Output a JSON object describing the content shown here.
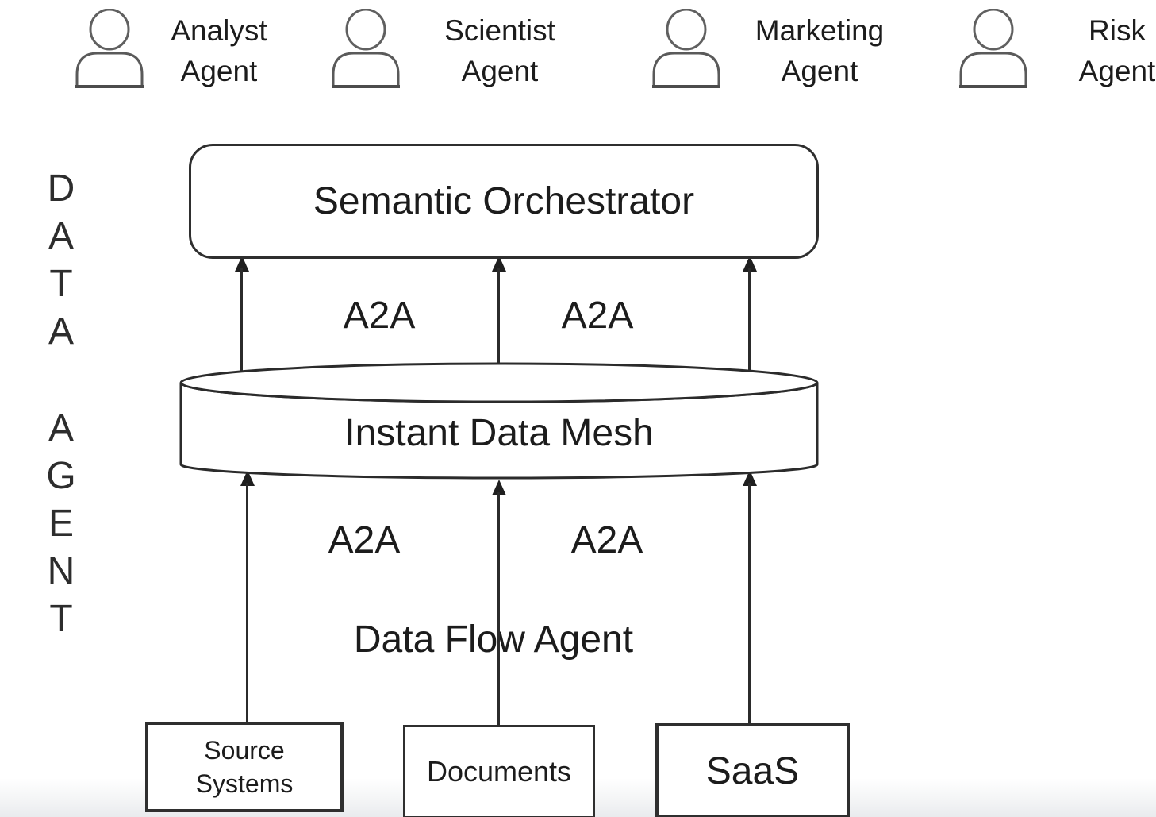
{
  "agents_row": {
    "items": [
      {
        "icon": "person-icon",
        "lines": [
          "Analyst",
          "Agent"
        ]
      },
      {
        "icon": "person-icon",
        "lines": [
          "Scientist",
          "Agent"
        ]
      },
      {
        "icon": "person-icon",
        "lines": [
          "Marketing",
          "Agent"
        ]
      },
      {
        "icon": "person-icon",
        "lines": [
          "Risk",
          "Agent"
        ]
      }
    ]
  },
  "side_label": {
    "text": "DATA AGENT",
    "word1_letters": [
      "D",
      "A",
      "T",
      "A"
    ],
    "word2_letters": [
      "A",
      "G",
      "E",
      "N",
      "T"
    ]
  },
  "orchestrator": {
    "label": "Semantic Orchestrator"
  },
  "mesh": {
    "label": "Instant Data Mesh"
  },
  "links": {
    "top": [
      {
        "label": "A2A"
      },
      {
        "label": "A2A"
      }
    ],
    "bottom": [
      {
        "label": "A2A"
      },
      {
        "label": "A2A"
      }
    ],
    "bottom_caption": "Data Flow Agent"
  },
  "source_boxes": [
    {
      "lines": [
        "Source",
        "Systems"
      ]
    },
    {
      "lines": [
        "Documents"
      ]
    },
    {
      "lines": [
        "SaaS"
      ]
    }
  ],
  "colors": {
    "background": "#ffffff",
    "line": "#2b2b2b",
    "text": "#1c1c1c",
    "icon_stroke": "#606060",
    "bottom_strip": "#e9ebee"
  }
}
